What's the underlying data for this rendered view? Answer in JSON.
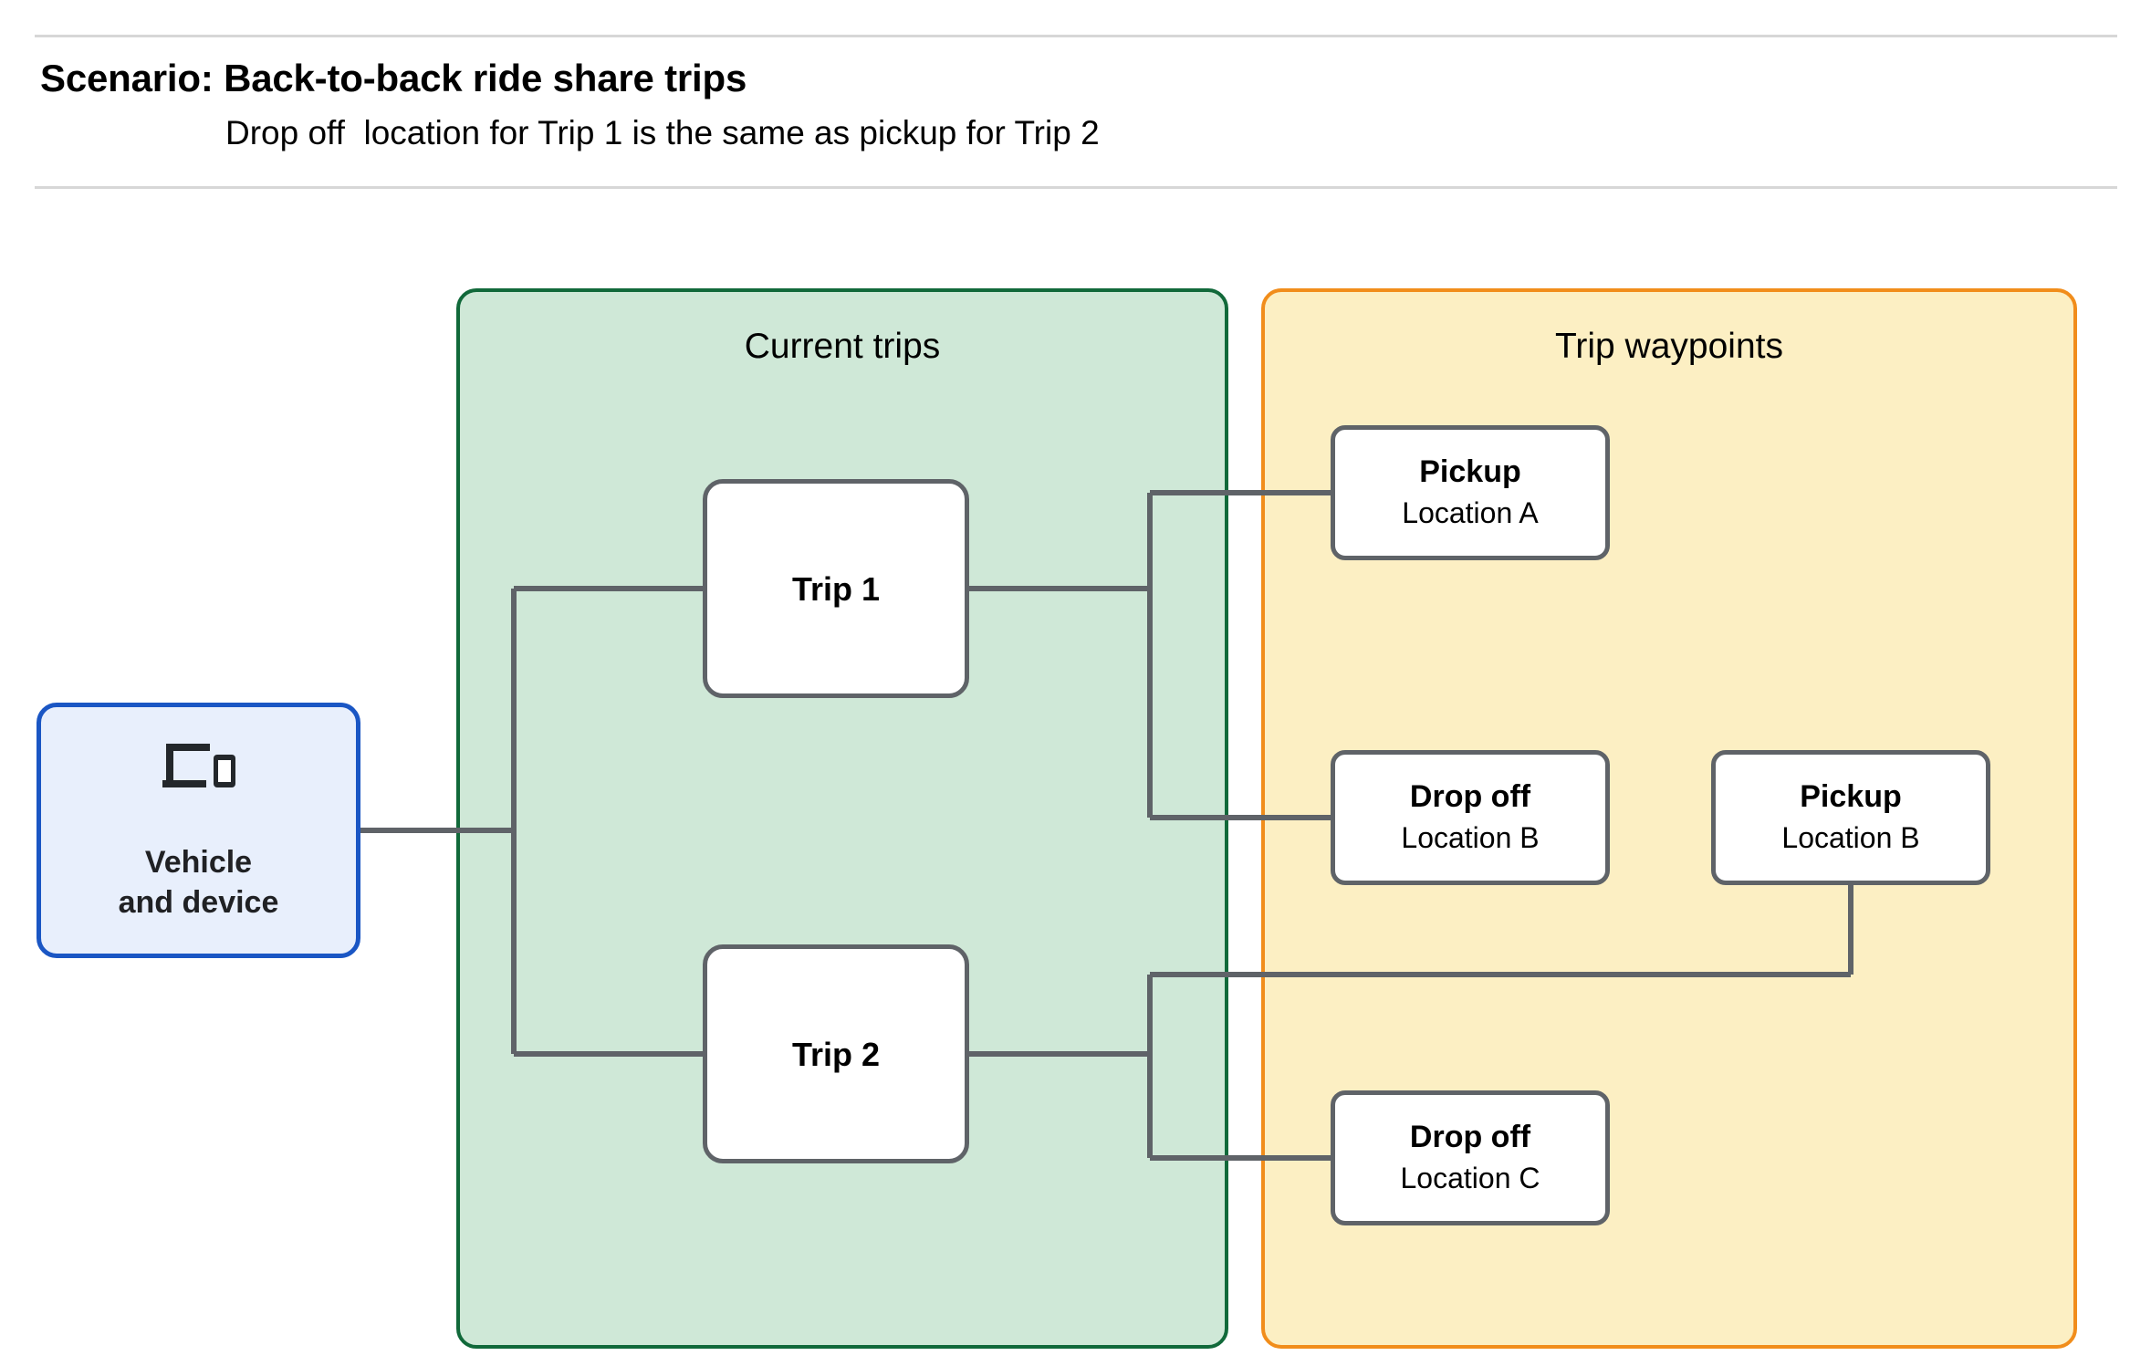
{
  "header": {
    "title": "Scenario: Back-to-back ride share trips",
    "subtitle": "Drop off  location for Trip 1 is the same as pickup for Trip 2",
    "rule_color": "#d7d7d7"
  },
  "vehicle": {
    "label": "Vehicle\nand device",
    "icon": "devices-icon",
    "border_color": "#1a56c4",
    "fill_color": "#e8effc"
  },
  "panels": {
    "current_trips": {
      "title": "Current trips",
      "border_color": "#11693a",
      "fill_color": "#cfe8d7"
    },
    "trip_waypoints": {
      "title": "Trip waypoints",
      "border_color": "#f18d1b",
      "fill_color": "#fcefc3"
    }
  },
  "trips": [
    {
      "label": "Trip 1"
    },
    {
      "label": "Trip 2"
    }
  ],
  "waypoints": [
    {
      "title": "Pickup",
      "location": "Location A"
    },
    {
      "title": "Drop off",
      "location": "Location B"
    },
    {
      "title": "Pickup",
      "location": "Location B"
    },
    {
      "title": "Drop off",
      "location": "Location C"
    }
  ],
  "connector_color": "#5f6368"
}
